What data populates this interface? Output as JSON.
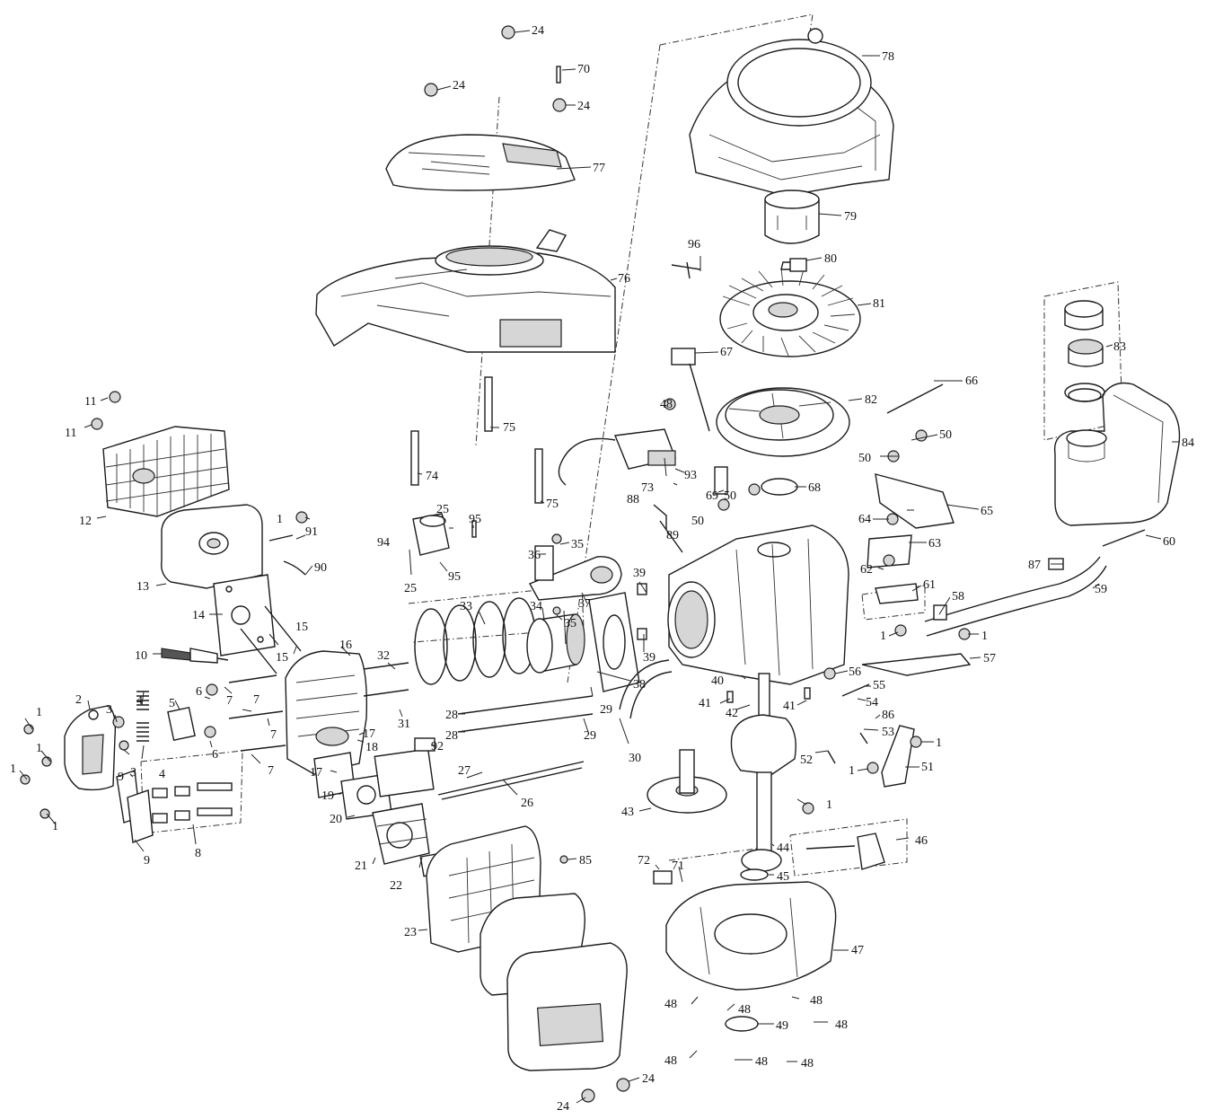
{
  "callouts": [
    {
      "id": "c1a",
      "text": "1"
    },
    {
      "id": "c1b",
      "text": "1"
    },
    {
      "id": "c1c",
      "text": "1"
    },
    {
      "id": "c1d",
      "text": "1"
    },
    {
      "id": "c1e",
      "text": "1"
    },
    {
      "id": "c1f",
      "text": "1"
    },
    {
      "id": "c1g",
      "text": "1"
    },
    {
      "id": "c1h",
      "text": "1"
    },
    {
      "id": "c1i",
      "text": "1"
    },
    {
      "id": "c1j",
      "text": "1"
    },
    {
      "id": "c2",
      "text": "2"
    },
    {
      "id": "c3a",
      "text": "3"
    },
    {
      "id": "c3b",
      "text": "3"
    },
    {
      "id": "c4a",
      "text": "4"
    },
    {
      "id": "c4b",
      "text": "4"
    },
    {
      "id": "c5",
      "text": "5"
    },
    {
      "id": "c6a",
      "text": "6"
    },
    {
      "id": "c6b",
      "text": "6"
    },
    {
      "id": "c7a",
      "text": "7"
    },
    {
      "id": "c7b",
      "text": "7"
    },
    {
      "id": "c7c",
      "text": "7"
    },
    {
      "id": "c7d",
      "text": "7"
    },
    {
      "id": "c8",
      "text": "8"
    },
    {
      "id": "c9a",
      "text": "9"
    },
    {
      "id": "c9b",
      "text": "9"
    },
    {
      "id": "c10",
      "text": "10"
    },
    {
      "id": "c11a",
      "text": "11"
    },
    {
      "id": "c11b",
      "text": "11"
    },
    {
      "id": "c12",
      "text": "12"
    },
    {
      "id": "c13",
      "text": "13"
    },
    {
      "id": "c14",
      "text": "14"
    },
    {
      "id": "c15a",
      "text": "15"
    },
    {
      "id": "c15b",
      "text": "15"
    },
    {
      "id": "c16",
      "text": "16"
    },
    {
      "id": "c17a",
      "text": "17"
    },
    {
      "id": "c17b",
      "text": "17"
    },
    {
      "id": "c18",
      "text": "18"
    },
    {
      "id": "c19",
      "text": "19"
    },
    {
      "id": "c20",
      "text": "20"
    },
    {
      "id": "c21",
      "text": "21"
    },
    {
      "id": "c22",
      "text": "22"
    },
    {
      "id": "c23",
      "text": "23"
    },
    {
      "id": "c24a",
      "text": "24"
    },
    {
      "id": "c24b",
      "text": "24"
    },
    {
      "id": "c24c",
      "text": "24"
    },
    {
      "id": "c24d",
      "text": "24"
    },
    {
      "id": "c24e",
      "text": "24"
    },
    {
      "id": "c25a",
      "text": "25"
    },
    {
      "id": "c25b",
      "text": "25"
    },
    {
      "id": "c26",
      "text": "26"
    },
    {
      "id": "c27",
      "text": "27"
    },
    {
      "id": "c28a",
      "text": "28"
    },
    {
      "id": "c28b",
      "text": "28"
    },
    {
      "id": "c29a",
      "text": "29"
    },
    {
      "id": "c29b",
      "text": "29"
    },
    {
      "id": "c30",
      "text": "30"
    },
    {
      "id": "c31",
      "text": "31"
    },
    {
      "id": "c32",
      "text": "32"
    },
    {
      "id": "c33",
      "text": "33"
    },
    {
      "id": "c34",
      "text": "34"
    },
    {
      "id": "c35a",
      "text": "35"
    },
    {
      "id": "c35b",
      "text": "35"
    },
    {
      "id": "c36",
      "text": "36"
    },
    {
      "id": "c37",
      "text": "37"
    },
    {
      "id": "c38",
      "text": "38"
    },
    {
      "id": "c39a",
      "text": "39"
    },
    {
      "id": "c39b",
      "text": "39"
    },
    {
      "id": "c40",
      "text": "40"
    },
    {
      "id": "c41a",
      "text": "41"
    },
    {
      "id": "c41b",
      "text": "41"
    },
    {
      "id": "c42",
      "text": "42"
    },
    {
      "id": "c43",
      "text": "43"
    },
    {
      "id": "c44",
      "text": "44"
    },
    {
      "id": "c45",
      "text": "45"
    },
    {
      "id": "c46",
      "text": "46"
    },
    {
      "id": "c47",
      "text": "47"
    },
    {
      "id": "c48a",
      "text": "48"
    },
    {
      "id": "c48b",
      "text": "48"
    },
    {
      "id": "c48c",
      "text": "48"
    },
    {
      "id": "c48d",
      "text": "48"
    },
    {
      "id": "c48e",
      "text": "48"
    },
    {
      "id": "c48f",
      "text": "48"
    },
    {
      "id": "c48g",
      "text": "48"
    },
    {
      "id": "c48h",
      "text": "48"
    },
    {
      "id": "c49",
      "text": "49"
    },
    {
      "id": "c50a",
      "text": "50"
    },
    {
      "id": "c50b",
      "text": "50"
    },
    {
      "id": "c50c",
      "text": "50"
    },
    {
      "id": "c50d",
      "text": "50"
    },
    {
      "id": "c51",
      "text": "51"
    },
    {
      "id": "c52",
      "text": "52"
    },
    {
      "id": "c53",
      "text": "53"
    },
    {
      "id": "c54",
      "text": "54"
    },
    {
      "id": "c55",
      "text": "55"
    },
    {
      "id": "c56",
      "text": "56"
    },
    {
      "id": "c57",
      "text": "57"
    },
    {
      "id": "c58",
      "text": "58"
    },
    {
      "id": "c59",
      "text": "59"
    },
    {
      "id": "c60",
      "text": "60"
    },
    {
      "id": "c61",
      "text": "61"
    },
    {
      "id": "c62",
      "text": "62"
    },
    {
      "id": "c63",
      "text": "63"
    },
    {
      "id": "c64",
      "text": "64"
    },
    {
      "id": "c65",
      "text": "65"
    },
    {
      "id": "c66",
      "text": "66"
    },
    {
      "id": "c67",
      "text": "67"
    },
    {
      "id": "c68",
      "text": "68"
    },
    {
      "id": "c69",
      "text": "69"
    },
    {
      "id": "c70",
      "text": "70"
    },
    {
      "id": "c71",
      "text": "71"
    },
    {
      "id": "c72",
      "text": "72"
    },
    {
      "id": "c73",
      "text": "73"
    },
    {
      "id": "c74",
      "text": "74"
    },
    {
      "id": "c75a",
      "text": "75"
    },
    {
      "id": "c75b",
      "text": "75"
    },
    {
      "id": "c76",
      "text": "76"
    },
    {
      "id": "c77",
      "text": "77"
    },
    {
      "id": "c78",
      "text": "78"
    },
    {
      "id": "c79",
      "text": "79"
    },
    {
      "id": "c80",
      "text": "80"
    },
    {
      "id": "c81",
      "text": "81"
    },
    {
      "id": "c82",
      "text": "82"
    },
    {
      "id": "c83",
      "text": "83"
    },
    {
      "id": "c84",
      "text": "84"
    },
    {
      "id": "c85",
      "text": "85"
    },
    {
      "id": "c86",
      "text": "86"
    },
    {
      "id": "c87",
      "text": "87"
    },
    {
      "id": "c88",
      "text": "88"
    },
    {
      "id": "c89",
      "text": "89"
    },
    {
      "id": "c90",
      "text": "90"
    },
    {
      "id": "c91",
      "text": "91"
    },
    {
      "id": "c92",
      "text": "92"
    },
    {
      "id": "c93",
      "text": "93"
    },
    {
      "id": "c94",
      "text": "94"
    },
    {
      "id": "c95a",
      "text": "95"
    },
    {
      "id": "c95b",
      "text": "95"
    },
    {
      "id": "c96",
      "text": "96"
    }
  ]
}
